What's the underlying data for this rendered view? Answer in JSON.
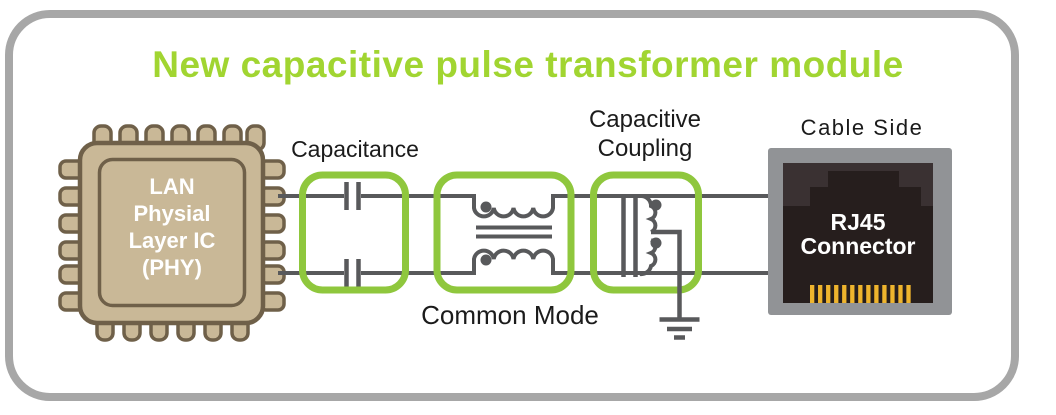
{
  "title": "New capacitive pulse transformer module",
  "chip": {
    "lines": [
      "LAN",
      "Physial",
      "Layer IC",
      "(PHY)"
    ]
  },
  "labels": {
    "capacitance": "Capacitance",
    "common_mode": "Common Mode",
    "capacitive_coupling": [
      "Capacitive",
      "Coupling"
    ],
    "cable_side": "Cable Side"
  },
  "connector": {
    "lines": [
      "RJ45",
      "Connector"
    ]
  },
  "colors": {
    "title_green": "#a1d531",
    "box_green": "#8fc73d",
    "wire_gray": "#58595b",
    "frame_gray": "#a7a7a7",
    "chip_fill": "#c9b897",
    "chip_outline": "#6f6049",
    "connector_gray": "#919396",
    "connector_body_dark": "#3a3132",
    "connector_jack_dark": "#261e1d",
    "connector_pin_gold": "#eeb42d"
  }
}
